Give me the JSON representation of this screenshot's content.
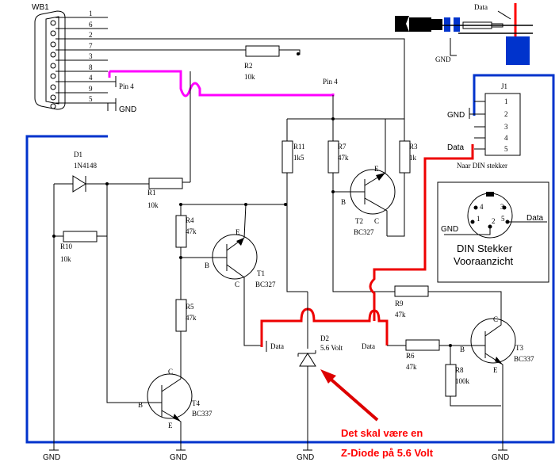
{
  "connector": {
    "name": "WB1",
    "pins": [
      "1",
      "6",
      "2",
      "7",
      "3",
      "8",
      "4",
      "9",
      "5"
    ],
    "pin4_label": "Pin 4",
    "gnd_label": "GND"
  },
  "pin4_bus_label": "Pin 4",
  "resistors": [
    {
      "ref": "R1",
      "value": "10k"
    },
    {
      "ref": "R2",
      "value": "10k"
    },
    {
      "ref": "R3",
      "value": "1k"
    },
    {
      "ref": "R4",
      "value": "47k"
    },
    {
      "ref": "R5",
      "value": "47k"
    },
    {
      "ref": "R6",
      "value": "47k"
    },
    {
      "ref": "R7",
      "value": "47k"
    },
    {
      "ref": "R8",
      "value": "100k"
    },
    {
      "ref": "R9",
      "value": "47k"
    },
    {
      "ref": "R10",
      "value": "10k"
    },
    {
      "ref": "R11",
      "value": "1k5"
    }
  ],
  "diodes": [
    {
      "ref": "D1",
      "value": "1N4148"
    },
    {
      "ref": "D2",
      "value": "5.6 Volt"
    }
  ],
  "transistors": [
    {
      "ref": "T1",
      "value": "BC327"
    },
    {
      "ref": "T2",
      "value": "BC327"
    },
    {
      "ref": "T3",
      "value": "BC337"
    },
    {
      "ref": "T4",
      "value": "BC337"
    }
  ],
  "pin_letters": {
    "base": "B",
    "collector": "C",
    "emitter": "E"
  },
  "j1": {
    "ref": "J1",
    "pins": [
      "1",
      "2",
      "3",
      "4",
      "5"
    ],
    "gnd_label": "GND",
    "data_label": "Data",
    "caption": "Naar DIN stekker"
  },
  "din": {
    "pins": [
      "1",
      "2",
      "3",
      "4",
      "5"
    ],
    "gnd_label": "GND",
    "data_label": "Data",
    "title_line1": "DIN Stekker",
    "title_line2": "Vooraanzicht"
  },
  "plug": {
    "data_label": "Data",
    "gnd_label": "GND"
  },
  "data_labels": [
    "Data",
    "Data"
  ],
  "gnd_labels": [
    "GND",
    "GND",
    "GND",
    "GND",
    "GND"
  ],
  "note": {
    "line1": "Det skal være en",
    "line2": "Z-Diode på 5.6 Volt"
  },
  "colors": {
    "blue_bus": "#0033cc",
    "red_data": "#ee0000",
    "magenta_pin4": "#ff00ff"
  }
}
